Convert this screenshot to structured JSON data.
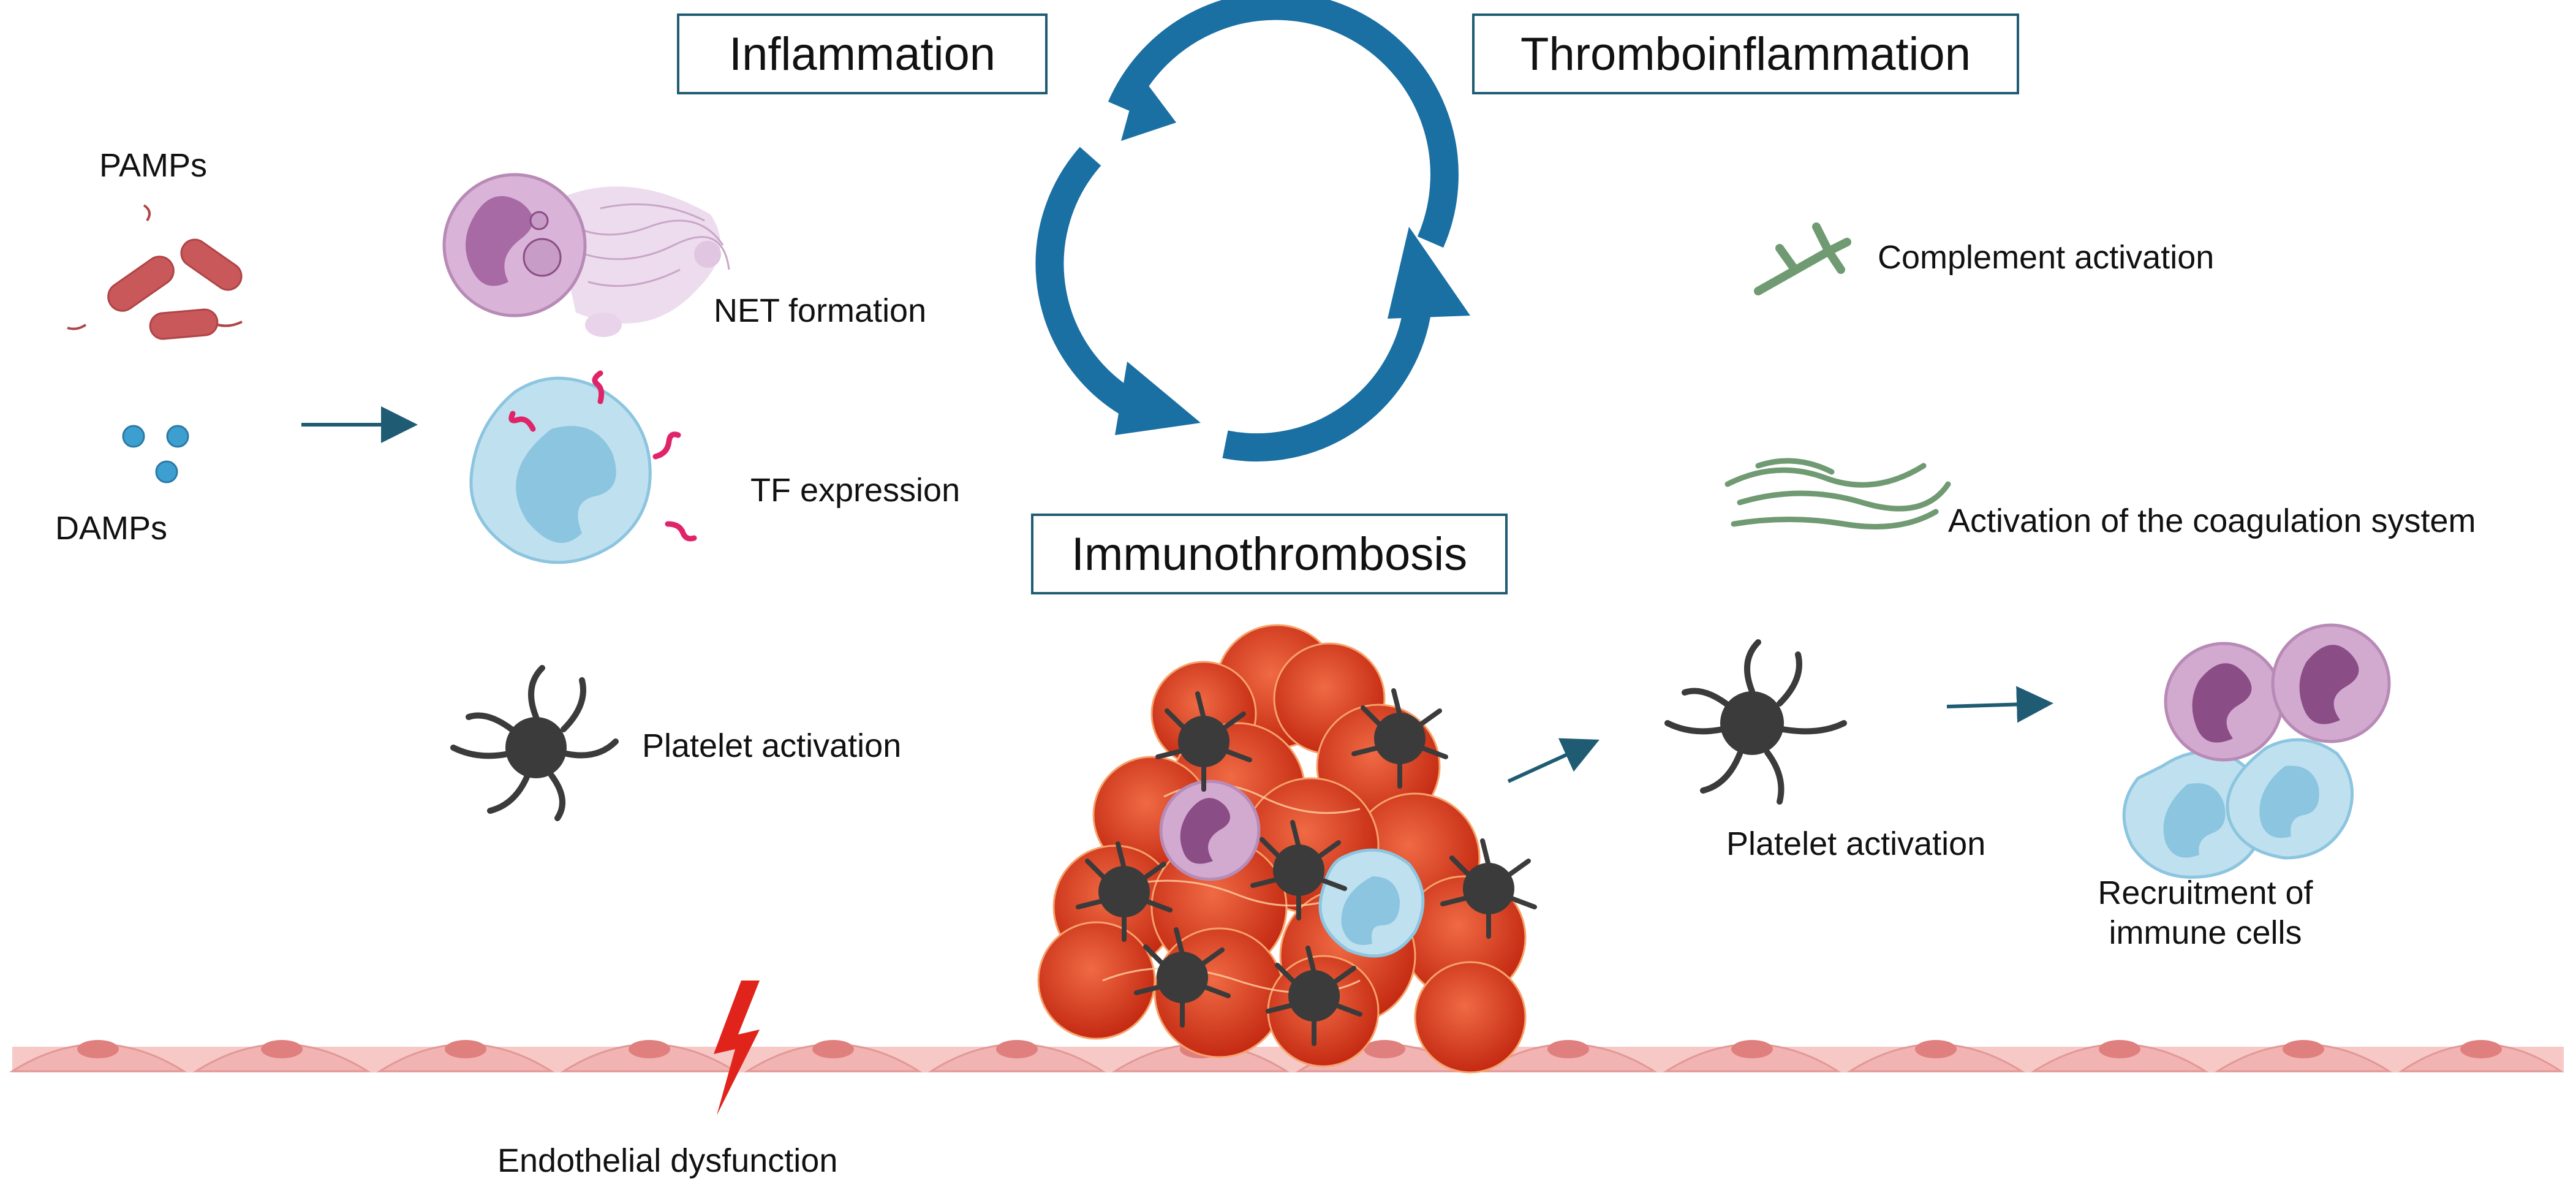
{
  "titles": {
    "inflammation": "Inflammation",
    "thromboinflammation": "Thromboinflammation",
    "immunothrombosis": "Immunothrombosis"
  },
  "labels": {
    "pamps": "PAMPs",
    "damps": "DAMPs",
    "net_formation": "NET formation",
    "tf_expression": "TF expression",
    "platelet_activation_left": "Platelet activation",
    "complement_activation": "Complement activation",
    "coagulation_activation": "Activation of the coagulation system",
    "platelet_activation_right": "Platelet activation",
    "recruitment_line1": "Recruitment of",
    "recruitment_line2": "immune cells",
    "endothelial_dysfunction": "Endothelial dysfunction"
  },
  "colors": {
    "box_border": "#1f5c73",
    "cycle_arrow": "#1a6fa3",
    "arrow": "#1f5c73",
    "bacteria": "#c9585a",
    "damps_dots": "#3d9fd0",
    "platelet": "#3b3b3b",
    "endothelium": "#f2b4b2",
    "endothelium_nucleus": "#e0807e",
    "neutrophil": "#c69ac0",
    "neutrophil_nucleus": "#8a4d86",
    "monocyte": "#a9d6ea",
    "monocyte_nucleus": "#6fb3d6",
    "rbc": "#d63a1e",
    "lightning": "#e0241b",
    "complement": "#6f9a72",
    "fibrin": "#6f9a72"
  },
  "icons": [
    "bacteria-icon",
    "damps-icon",
    "neutrophil-net-icon",
    "monocyte-tf-icon",
    "platelet-icon",
    "cycle-arrows-icon",
    "complement-icon",
    "fibrin-icon",
    "thrombus-icon",
    "immune-cells-icon",
    "lightning-icon",
    "endothelium-icon"
  ]
}
